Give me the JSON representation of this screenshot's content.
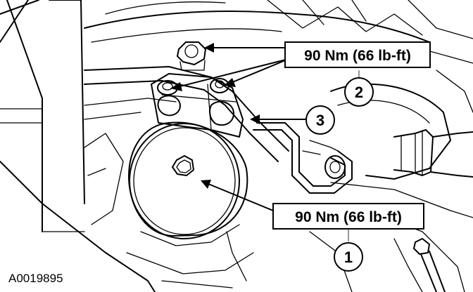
{
  "figure": {
    "id": "A0019895",
    "callouts": [
      {
        "number": "1",
        "torque": "90 Nm (66 lb-ft)"
      },
      {
        "number": "2",
        "torque": "90 Nm (66 lb-ft)"
      },
      {
        "number": "3",
        "torque": ""
      }
    ]
  }
}
